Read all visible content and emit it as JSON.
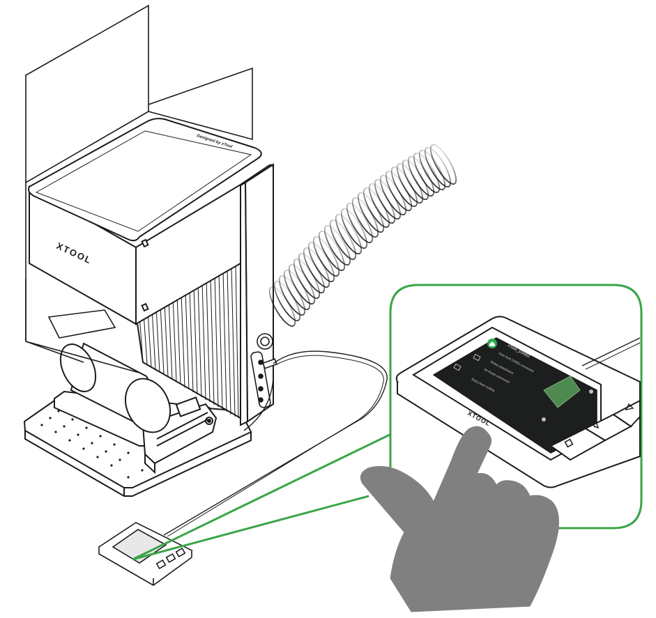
{
  "machine": {
    "brand": "XTOOL",
    "lid_text": "Designed by xTool"
  },
  "panel_zoom": {
    "brand": "XTOOL",
    "device_name": "xTool_D3002",
    "status_line_1": "Data from D3002 connected",
    "status_line_2": "Rotary attachment",
    "status_line_3": "Air Assist connected",
    "footer_text": "Enjoy laser cutting"
  },
  "colors": {
    "highlight": "#3aa548",
    "line": "#1a1a1a",
    "hand": "#808080",
    "screen": "#1c1f1d",
    "screen_accent": "#2fa84f"
  },
  "icons": [
    "home-icon",
    "folder-icon",
    "gear-icon",
    "settings-icon",
    "power-icon",
    "stop-icon",
    "enter-icon",
    "arrow-up-icon"
  ]
}
